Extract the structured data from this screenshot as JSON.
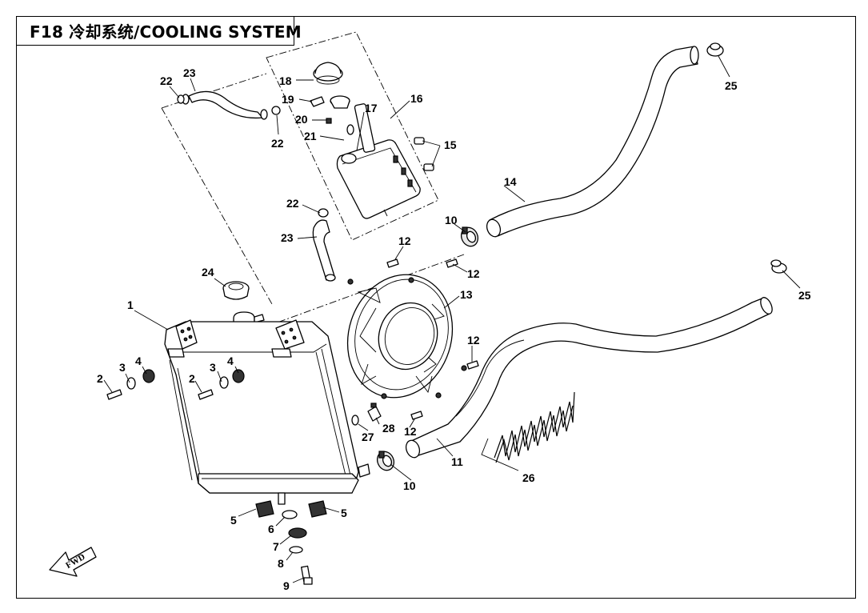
{
  "title": "F18 冷却系统/COOLING SYSTEM",
  "direction_label": "FWD",
  "callouts": [
    "1",
    "2",
    "2",
    "3",
    "3",
    "4",
    "4",
    "5",
    "5",
    "6",
    "7",
    "8",
    "9",
    "10",
    "10",
    "11",
    "12",
    "12",
    "12",
    "12",
    "13",
    "14",
    "15",
    "16",
    "17",
    "18",
    "19",
    "20",
    "21",
    "22",
    "22",
    "22",
    "23",
    "23",
    "24",
    "25",
    "25",
    "26",
    "27",
    "28"
  ]
}
